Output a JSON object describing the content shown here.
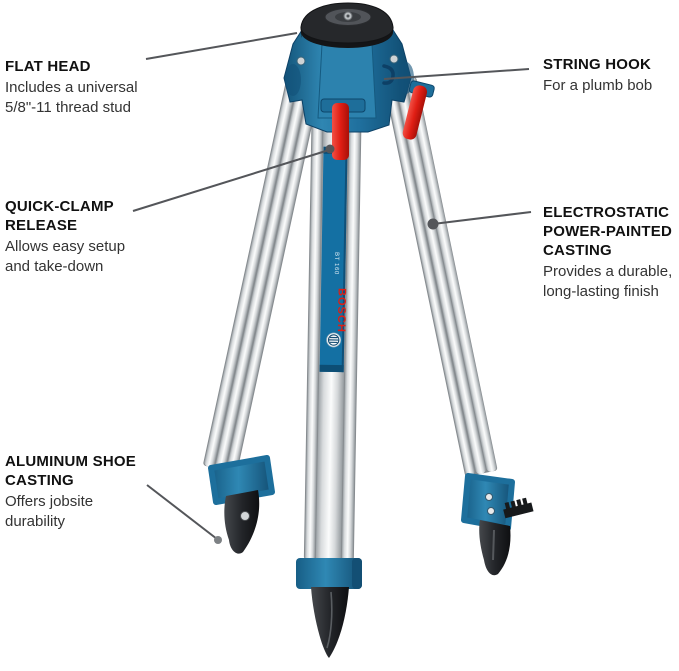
{
  "product": {
    "brand": "BOSCH",
    "model": "BT 160",
    "colors": {
      "bosch_blue": "#1d6f9c",
      "bosch_blue_dark": "#0f4a6e",
      "bosch_red": "#e01e14",
      "aluminum": "#d8dbdd",
      "foot_black": "#1a1c1e",
      "leader_line": "#54565a",
      "text_heading": "#111111",
      "text_body": "#333333"
    }
  },
  "callouts": [
    {
      "id": "flat-head",
      "side": "left",
      "title": "FLAT HEAD",
      "title_lines": [
        "FLAT HEAD"
      ],
      "description_lines": [
        "Includes a universal",
        "5/8\"-11 thread stud"
      ]
    },
    {
      "id": "string-hook",
      "side": "right",
      "title": "STRING HOOK",
      "title_lines": [
        "STRING HOOK"
      ],
      "description_lines": [
        "For a plumb bob"
      ]
    },
    {
      "id": "quick-clamp-release",
      "side": "left",
      "title": "QUICK-CLAMP RELEASE",
      "title_lines": [
        "QUICK-CLAMP",
        "RELEASE"
      ],
      "description_lines": [
        "Allows easy setup",
        "and take-down"
      ]
    },
    {
      "id": "electrostatic-power-painted-casting",
      "side": "right",
      "title": "ELECTROSTATIC POWER-PAINTED CASTING",
      "title_lines": [
        "ELECTROSTATIC",
        "POWER-PAINTED",
        "CASTING"
      ],
      "description_lines": [
        "Provides a durable,",
        "long-lasting finish"
      ]
    },
    {
      "id": "aluminum-shoe-casting",
      "side": "left",
      "title": "ALUMINUM SHOE CASTING",
      "title_lines": [
        "ALUMINUM SHOE",
        "CASTING"
      ],
      "description_lines": [
        "Offers jobsite",
        "durability"
      ]
    }
  ]
}
